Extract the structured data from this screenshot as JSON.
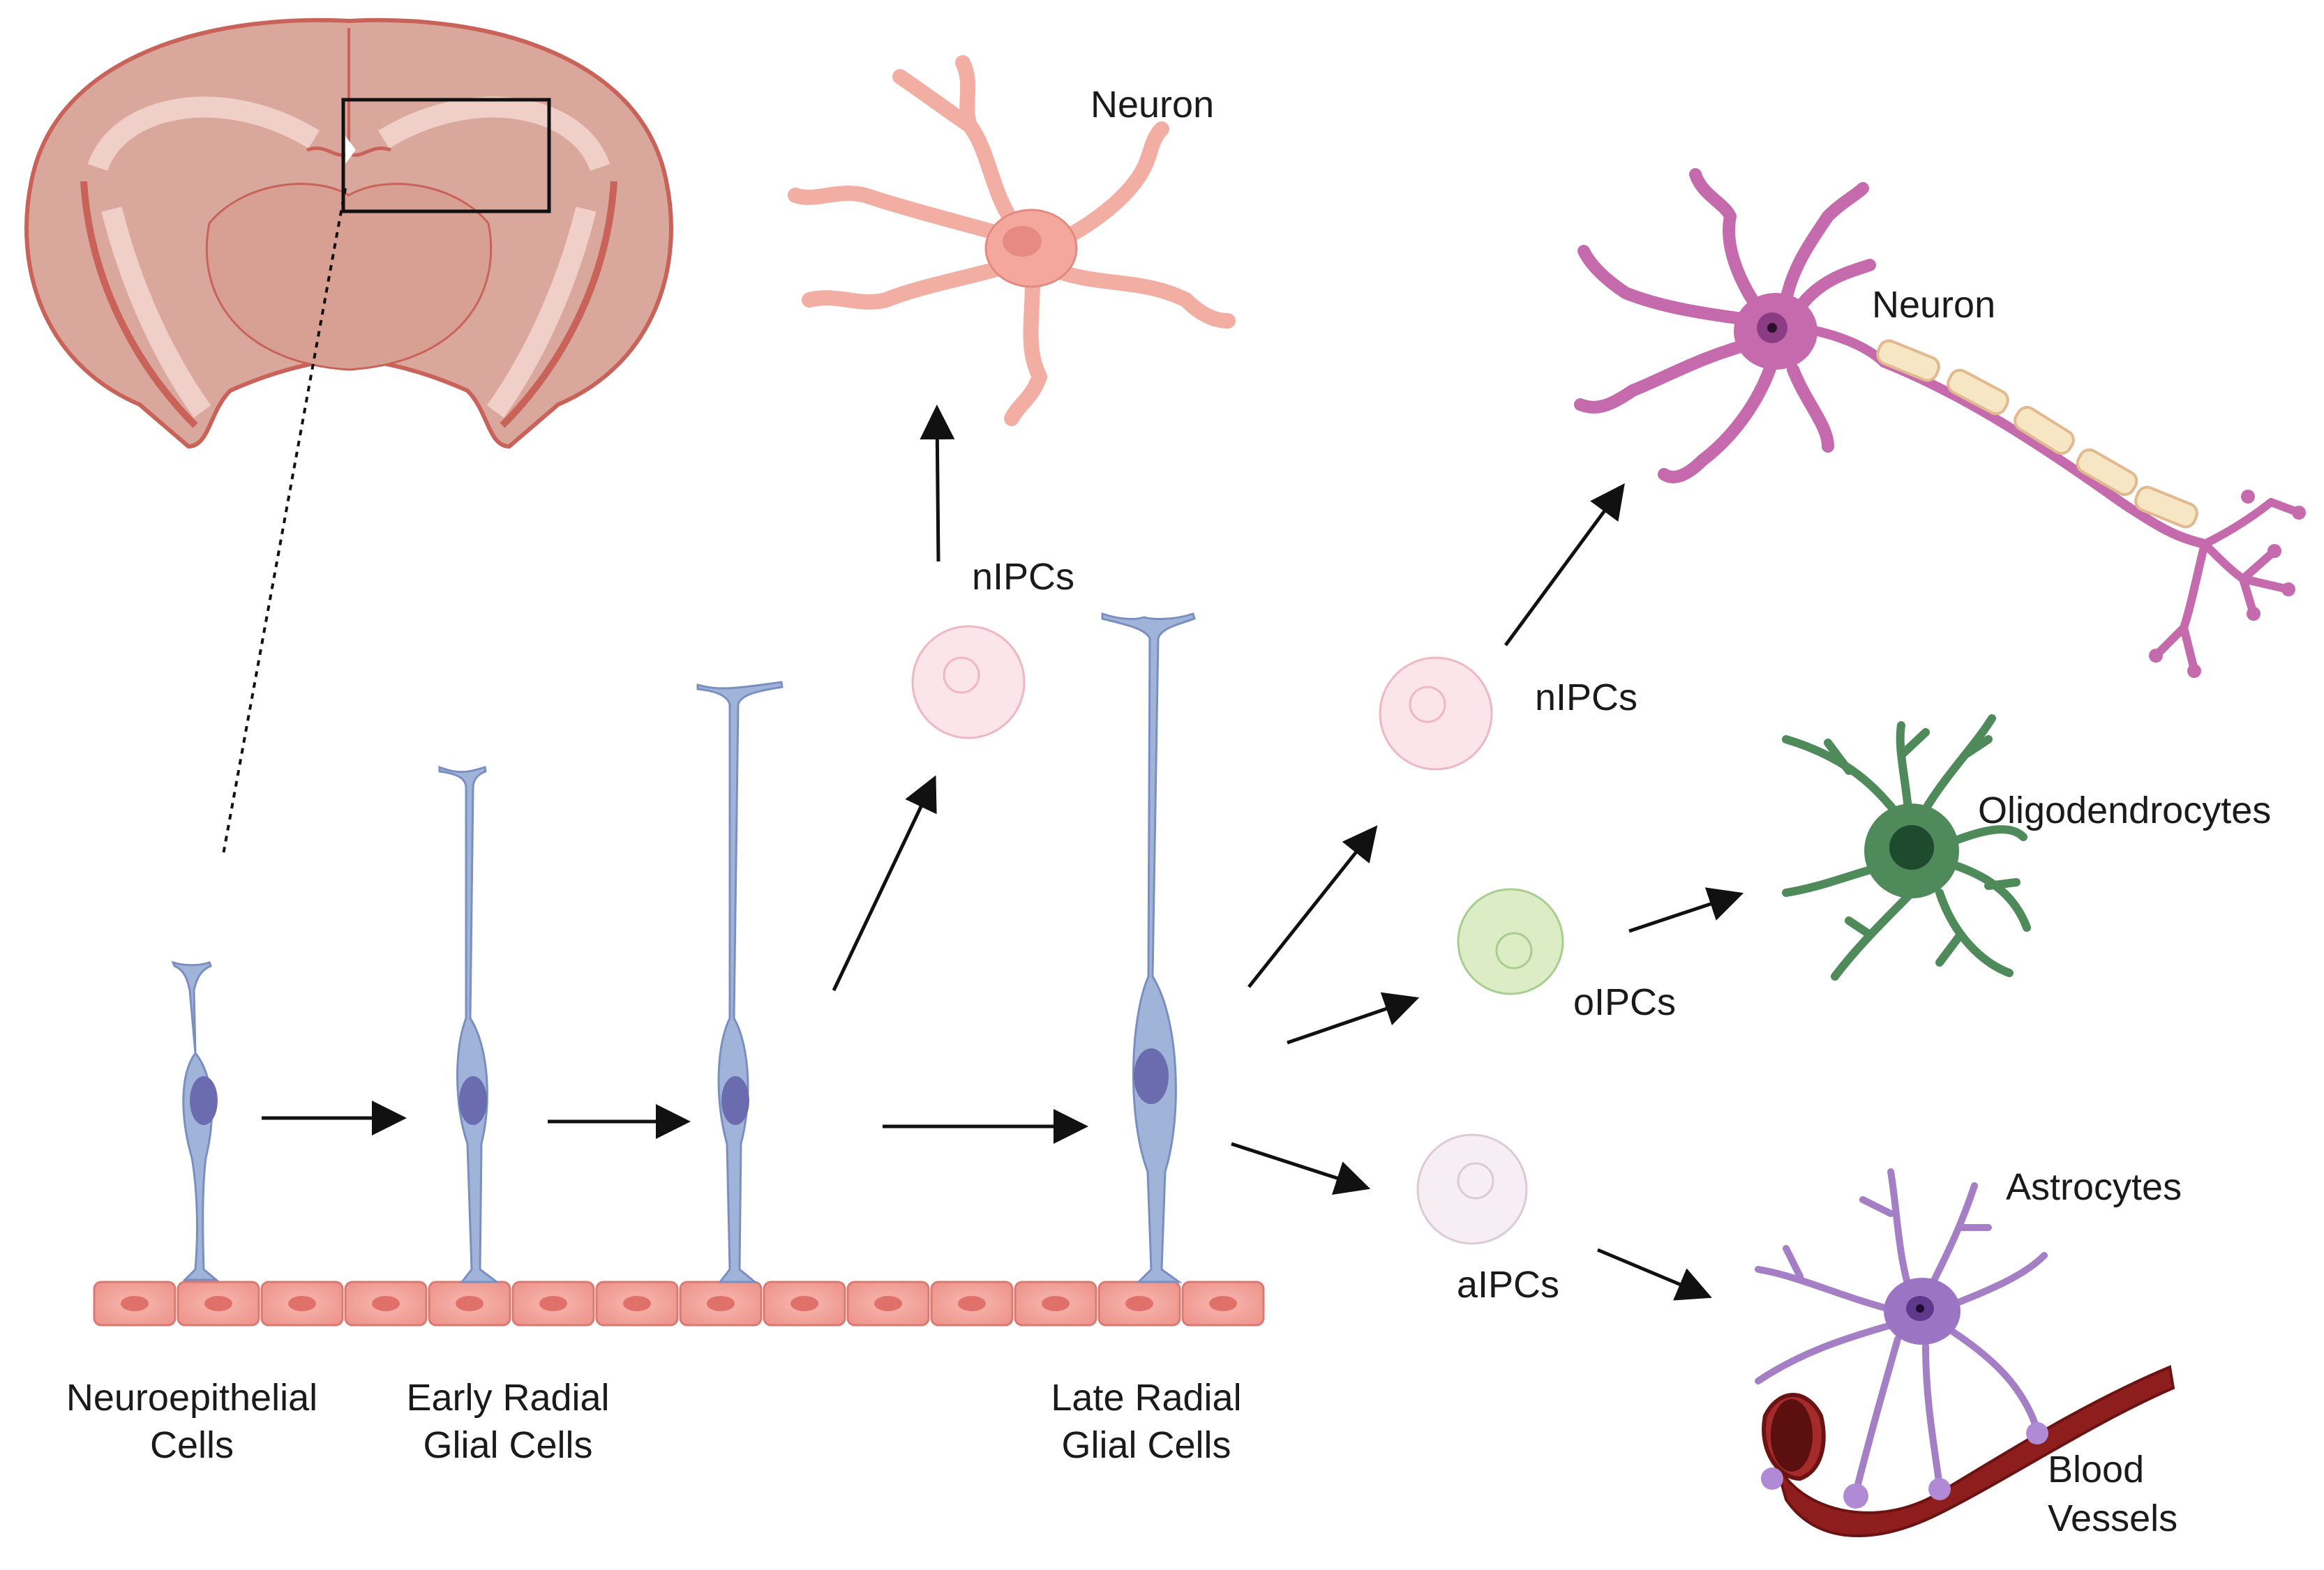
{
  "labels": {
    "neuron_top": "Neuron",
    "neuron_right": "Neuron",
    "nipcs_top": "nIPCs",
    "nipcs_right": "nIPCs",
    "oipcs": "oIPCs",
    "aipcs": "aIPCs",
    "oligodendrocytes": "Oligodendrocytes",
    "astrocytes": "Astrocytes",
    "blood_vessels_line1": "Blood",
    "blood_vessels_line2": "Vessels",
    "neuroepithelial_line1": "Neuroepithelial",
    "neuroepithelial_line2": "Cells",
    "early_radial_line1": "Early Radial",
    "early_radial_line2": "Glial Cells",
    "late_radial_line1": "Late Radial",
    "late_radial_line2": "Glial Cells"
  },
  "colors": {
    "brain_fill": "#d9a79c",
    "brain_outline": "#c9635a",
    "radial_glia_fill": "#9fb4d8",
    "radial_glia_outline": "#7a8fc0",
    "nucleus": "#6b6cb0",
    "epithelium_fill": "#f3a8a0",
    "epithelium_nucleus": "#e0706a",
    "neuron_top": "#f2aea3",
    "neuron_right": "#c66aae",
    "oligodendrocyte": "#4f8a5a",
    "astrocyte": "#a47fc6",
    "blood_vessel": "#8e1d1d",
    "nipc_fill": "#fbe4ea",
    "oipc_fill": "#dcedc6",
    "aipc_fill": "#f6eef3"
  }
}
